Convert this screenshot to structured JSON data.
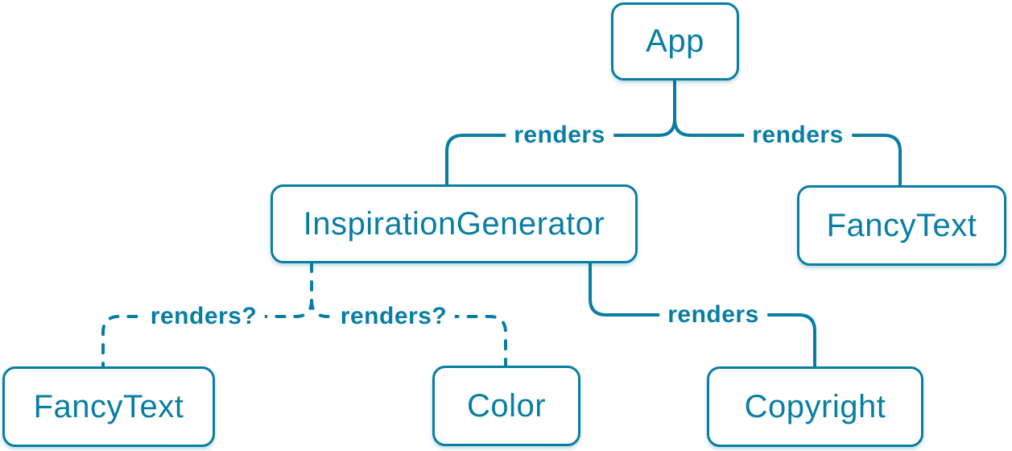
{
  "diagram": {
    "type": "tree",
    "accent_color": "#087ea4",
    "node_background": "#ffffff",
    "nodes": [
      {
        "id": "app",
        "label": "App"
      },
      {
        "id": "inspiration-generator",
        "label": "InspirationGenerator"
      },
      {
        "id": "fancy-text-top",
        "label": "FancyText"
      },
      {
        "id": "fancy-text-bottom",
        "label": "FancyText"
      },
      {
        "id": "color",
        "label": "Color"
      },
      {
        "id": "copyright",
        "label": "Copyright"
      }
    ],
    "edges": [
      {
        "from": "App",
        "to": "InspirationGenerator",
        "label": "renders",
        "style": "solid"
      },
      {
        "from": "App",
        "to": "FancyText",
        "label": "renders",
        "style": "solid"
      },
      {
        "from": "InspirationGenerator",
        "to": "FancyText",
        "label": "renders?",
        "style": "dashed"
      },
      {
        "from": "InspirationGenerator",
        "to": "Color",
        "label": "renders?",
        "style": "dashed"
      },
      {
        "from": "InspirationGenerator",
        "to": "Copyright",
        "label": "renders",
        "style": "solid"
      }
    ]
  }
}
